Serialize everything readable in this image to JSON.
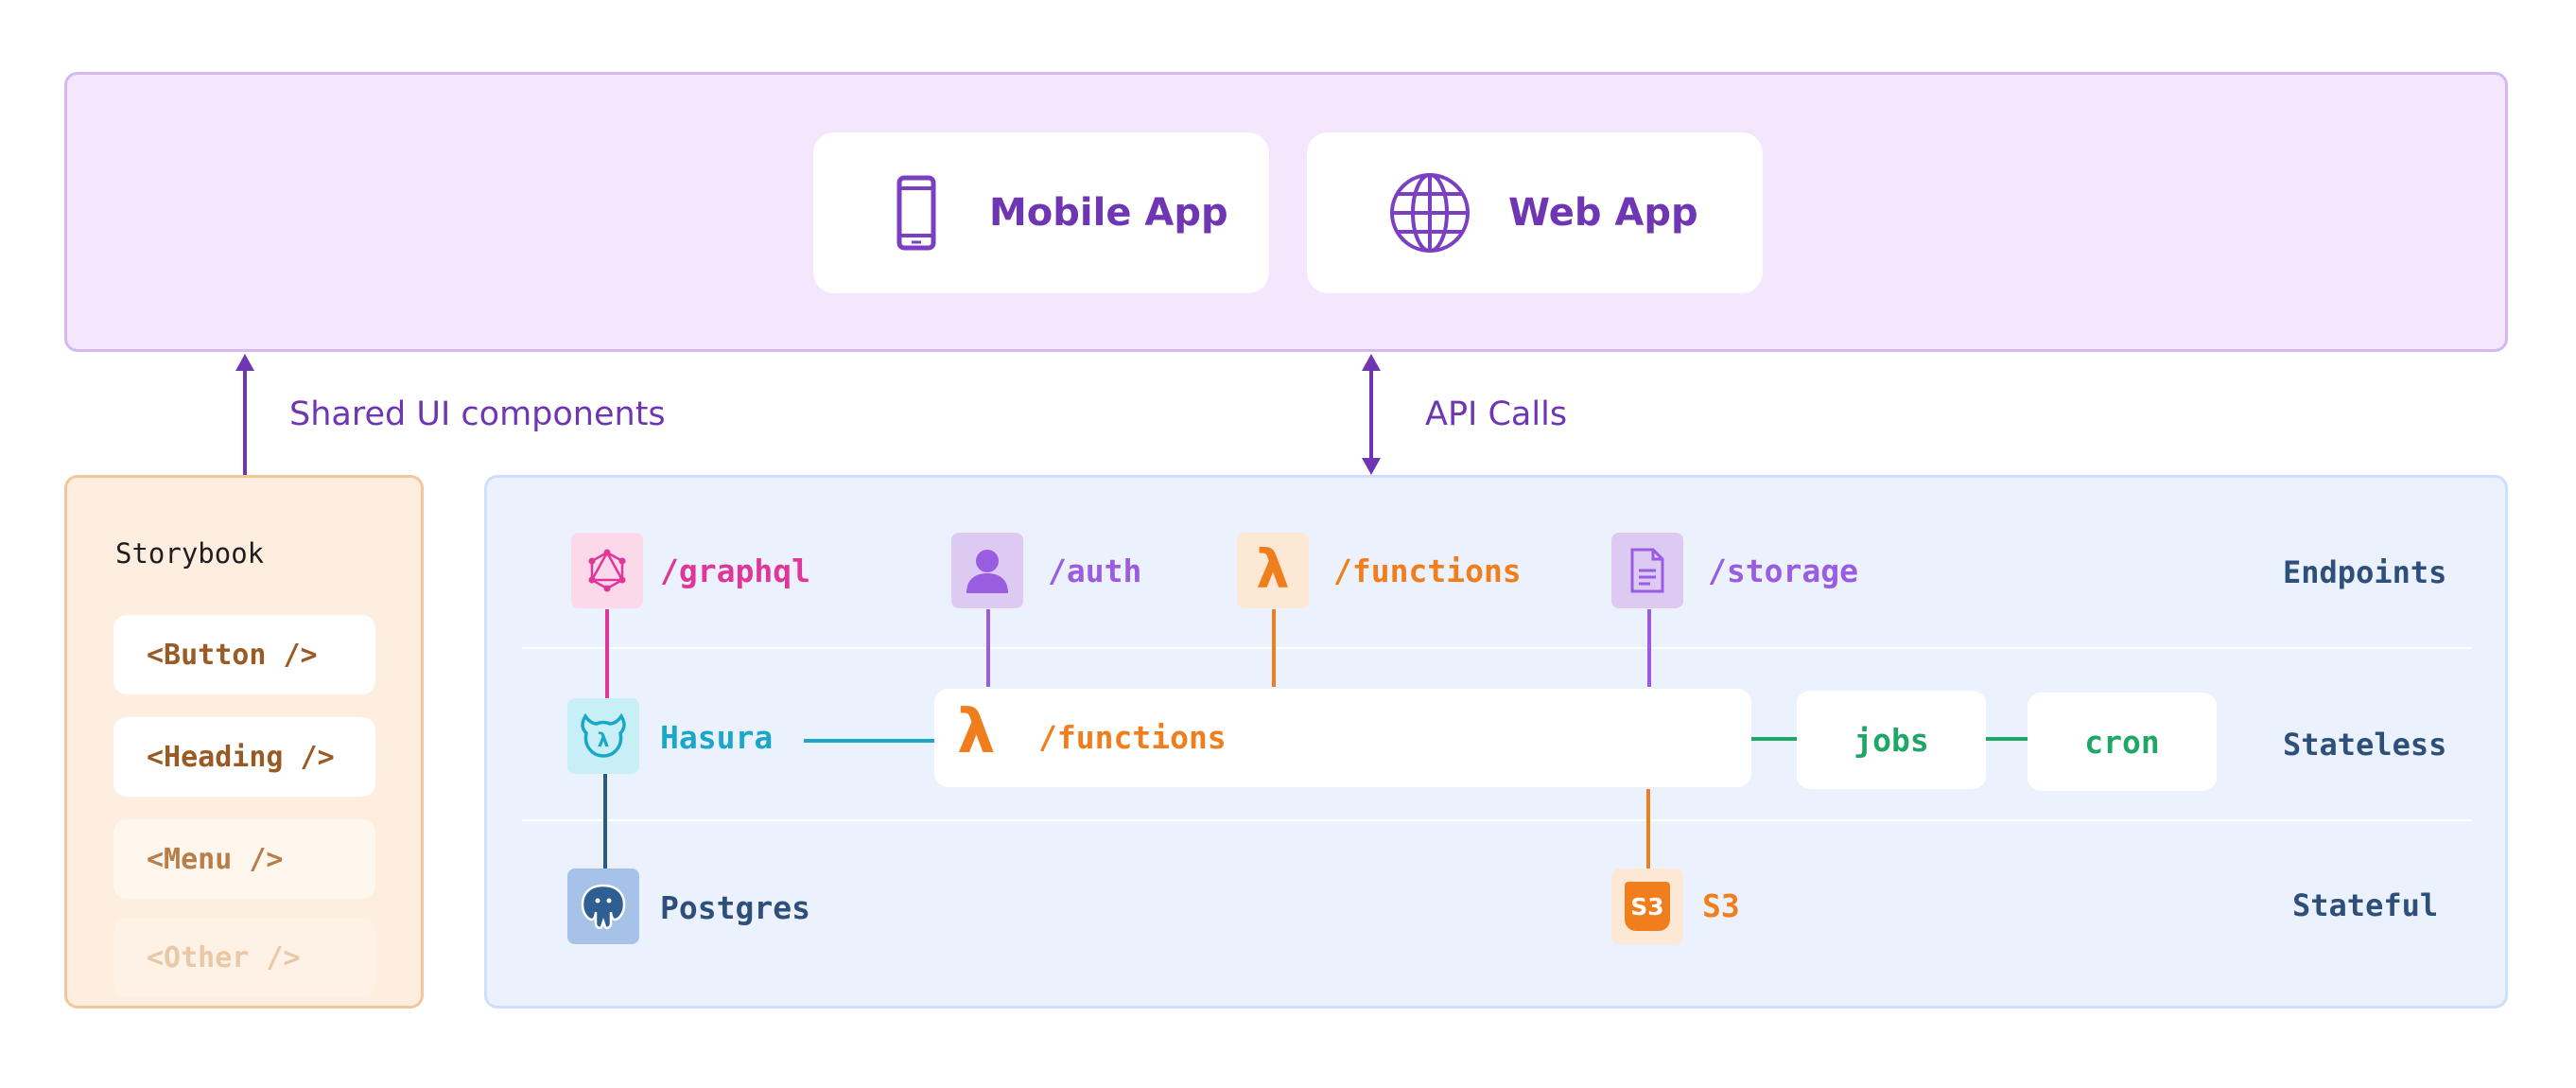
{
  "apps": {
    "mobile_label": "Mobile App",
    "web_label": "Web App"
  },
  "arrows": {
    "shared_ui": "Shared UI components",
    "api_calls": "API Calls"
  },
  "storybook": {
    "title": "Storybook",
    "components": [
      "<Button />",
      "<Heading />",
      "<Menu />",
      "<Other />"
    ]
  },
  "endpoints": {
    "graphql": "/graphql",
    "auth": "/auth",
    "functions": "/functions",
    "storage": "/storage"
  },
  "services": {
    "hasura": "Hasura",
    "functions": "/functions",
    "jobs": "jobs",
    "cron": "cron",
    "postgres": "Postgres",
    "s3": "S3",
    "s3_badge": "S3"
  },
  "rows": {
    "endpoints": "Endpoints",
    "stateless": "Stateless",
    "stateful": "Stateful"
  },
  "colors": {
    "purple": "#6f36b3",
    "pink": "#e0369a",
    "violet": "#9a5ce0",
    "orange": "#f07e1c",
    "teal": "#1ba8c8",
    "green": "#1fa865",
    "navy": "#2e4f7a"
  },
  "icons": [
    "phone-icon",
    "globe-icon",
    "graphql-icon",
    "user-icon",
    "lambda-icon",
    "document-icon",
    "hasura-icon",
    "postgres-icon",
    "s3-icon"
  ]
}
